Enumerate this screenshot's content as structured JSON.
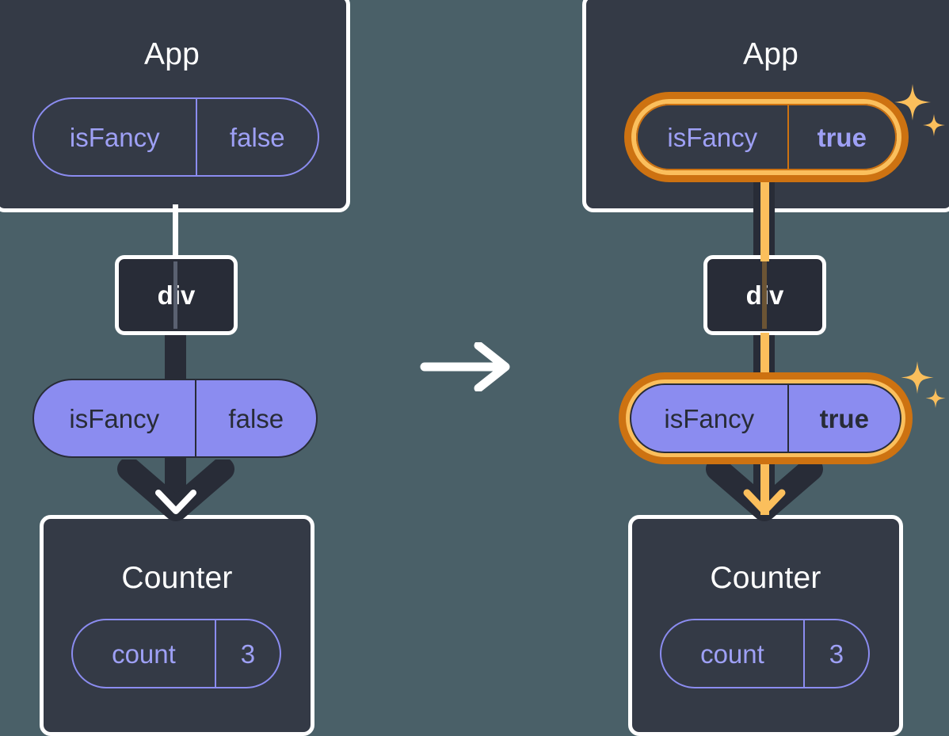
{
  "diagram": {
    "title": "React state propagation: isFancy false to true",
    "background_color": "#4a6068",
    "box_fill": "#343a46",
    "box_border": "#ffffff",
    "pill_purple": "#8b8cf0",
    "pill_outline_color": "#8b8cf0",
    "highlight_outer": "#cd7211",
    "highlight_inner": "#fbbf5c",
    "sparkle_color": "#fbbf5c",
    "dark_line": "#282c37",
    "transition_arrow_color": "#ffffff"
  },
  "transition": {
    "icon": "arrow-right-icon",
    "label": "→"
  },
  "before": {
    "app": {
      "title": "App",
      "state_pill": {
        "key": "isFancy",
        "value": "false",
        "highlighted": false,
        "style": "outline"
      }
    },
    "div": {
      "label": "div"
    },
    "prop_pill": {
      "key": "isFancy",
      "value": "false",
      "highlighted": false,
      "style": "filled"
    },
    "counter": {
      "title": "Counter",
      "state_pill": {
        "key": "count",
        "value": "3",
        "highlighted": false,
        "style": "outline"
      }
    }
  },
  "after": {
    "app": {
      "title": "App",
      "state_pill": {
        "key": "isFancy",
        "value": "true",
        "highlighted": true,
        "style": "outline"
      }
    },
    "div": {
      "label": "div"
    },
    "prop_pill": {
      "key": "isFancy",
      "value": "true",
      "highlighted": true,
      "style": "filled"
    },
    "counter": {
      "title": "Counter",
      "state_pill": {
        "key": "count",
        "value": "3",
        "highlighted": false,
        "style": "outline"
      }
    }
  }
}
